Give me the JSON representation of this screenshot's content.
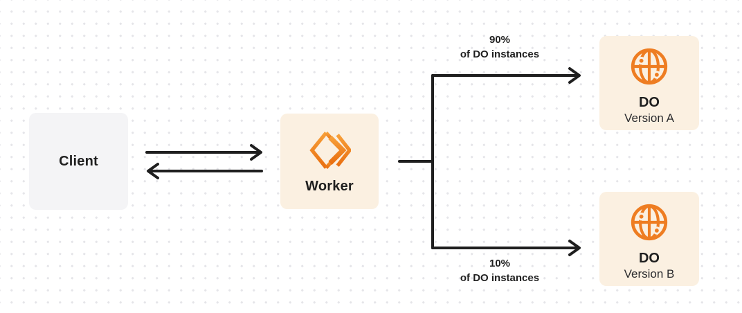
{
  "colors": {
    "ink": "#1F1F1F",
    "orange": "#EE7D22",
    "orange_light": "#F7A03A",
    "orange_dark": "#E96F10",
    "cream": "#FBF0E1",
    "client_bg": "#F4F4F6",
    "dot": "#E5E5E9",
    "canvas_bg": "#FFFFFF",
    "subtitle_ink": "#2B2B2E"
  },
  "nodes": {
    "client": {
      "label": "Client"
    },
    "worker": {
      "label": "Worker",
      "icon": "workers-chevrons-icon"
    },
    "do_version_a": {
      "title": "DO",
      "subtitle": "Version A",
      "icon": "globe-icon"
    },
    "do_version_b": {
      "title": "DO",
      "subtitle": "Version B",
      "icon": "globe-icon"
    }
  },
  "edges": {
    "client_worker": {
      "direction": "bidirectional"
    },
    "top_branch": {
      "percent": "90%",
      "caption": "of DO instances"
    },
    "bottom_branch": {
      "percent": "10%",
      "caption": "of DO instances"
    }
  }
}
